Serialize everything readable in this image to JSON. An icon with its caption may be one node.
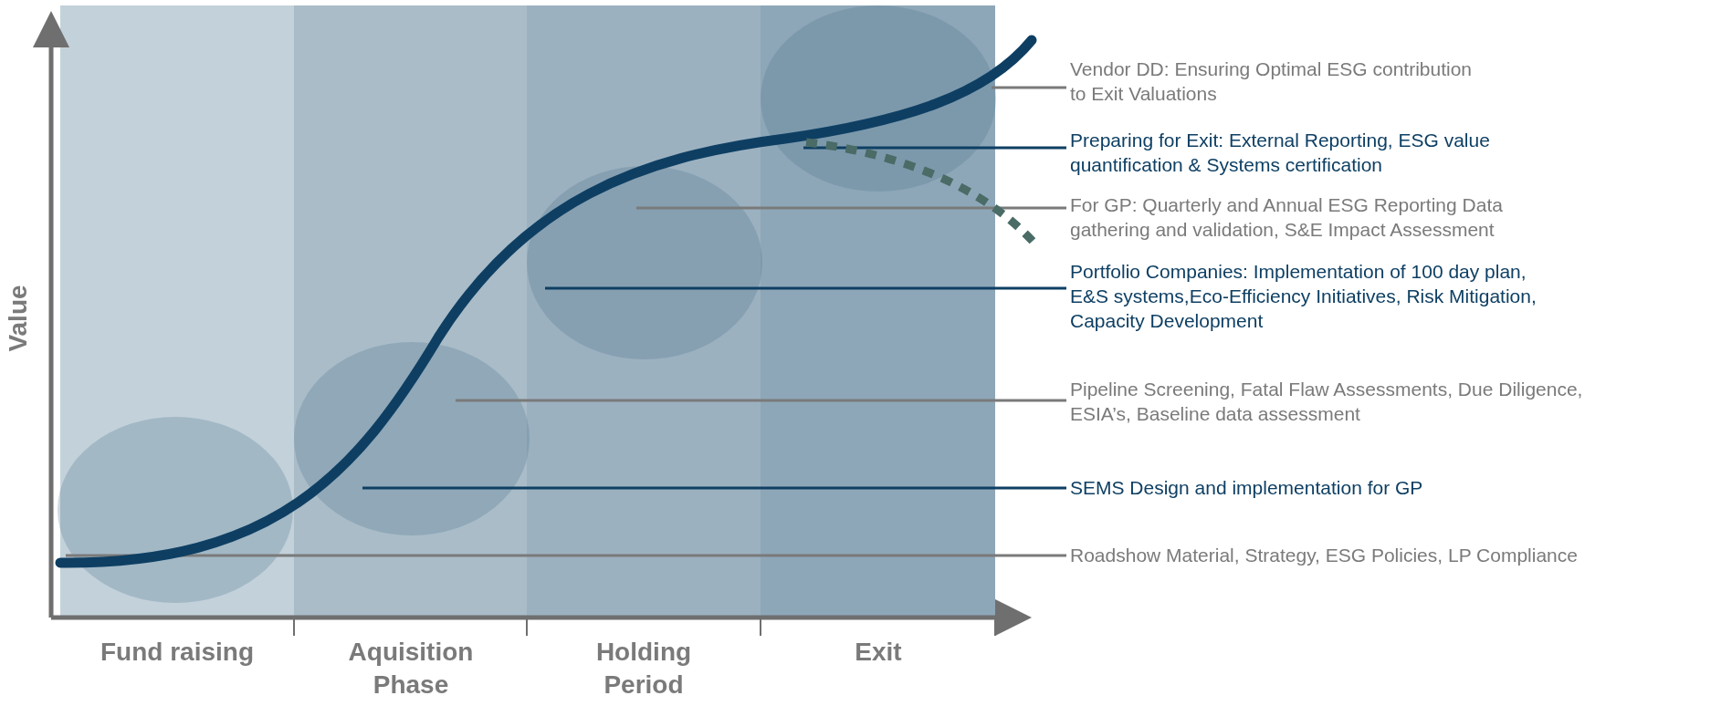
{
  "diagram": {
    "nodes": [
      {
        "text": [
          "Vendor DD: Ensuring Optimal ESG contribution to Exit Valuations"
        ]
      },
      {
        "text": [
          "Preparing for Exit: External Reporting, ESG value quantification & Systems certification"
        ]
      },
      {
        "text": [
          "For GP: Quarterly and Annual ESG Reporting Data gathering and validation, S&E Impact Assessment"
        ]
      },
      {
        "text": [
          "Portfolio Companies: Implementation of 100 day plan, E&S systems,Eco-Efficiency Initiatives, Risk Mitigation, Capacity Development"
        ]
      },
      {
        "text": [
          "Pipeline Screening, Fatal Flaw Assessments, Due Diligence, ESIA’s, Baseline data assessment"
        ]
      },
      {
        "text": [
          "SEMS Design and implementation for GP"
        ]
      },
      {
        "text": [
          "Roadshow Material, Strategy, ESG Policies, LP Compliance"
        ]
      },
      {
        "text": [],
        "shape": "curve"
      }
    ],
    "edges": [
      {
        "from": 0,
        "to": 7,
        "arrow": "none"
      },
      {
        "from": 1,
        "to": 7,
        "arrow": "none",
        "color": "#0e3f63"
      },
      {
        "from": 2,
        "to": 7,
        "arrow": "none"
      },
      {
        "from": 3,
        "to": 7,
        "arrow": "none",
        "color": "#0e3f63"
      },
      {
        "from": 4,
        "to": 7,
        "arrow": "none"
      },
      {
        "from": 5,
        "to": 7,
        "arrow": "none",
        "color": "#0e3f63"
      },
      {
        "from": 6,
        "to": 7,
        "arrow": "none"
      }
    ],
    "labels": [
      "Value",
      "Fund raising",
      "Aquisition Phase",
      "Holding Period",
      "Exit"
    ]
  }
}
